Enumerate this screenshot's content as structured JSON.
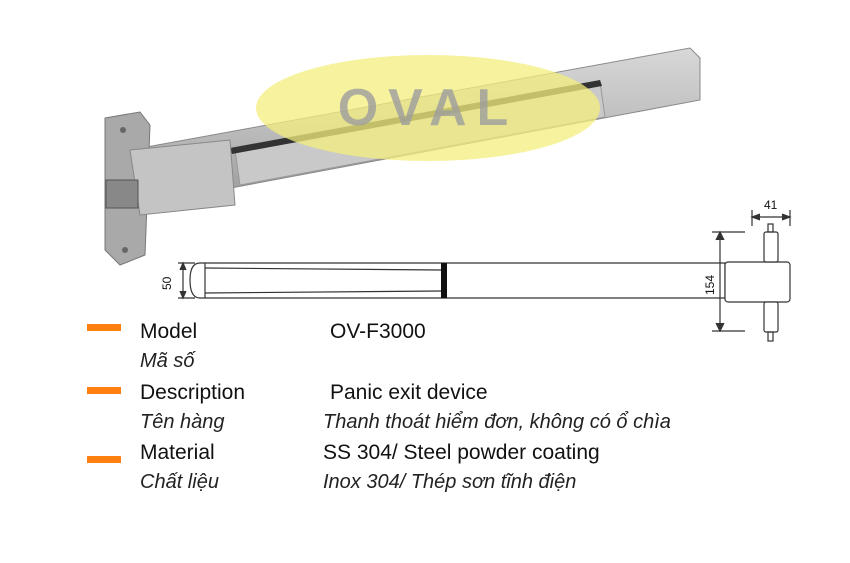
{
  "watermark": {
    "text": "OVAL",
    "ellipse_color": "#f3ee7e"
  },
  "dimensions": {
    "height_bar": "50",
    "height_bracket": "154",
    "width_bracket": "41"
  },
  "specs": [
    {
      "label": "Model",
      "label_vi": "Mã số",
      "value": "OV-F3000",
      "value_vi": ""
    },
    {
      "label": "Description",
      "label_vi": "Tên hàng",
      "value": "Panic exit device",
      "value_vi": "Thanh thoát hiểm đơn, không có ổ chìa"
    },
    {
      "label": "Material",
      "label_vi": "Chất liệu",
      "value": "SS 304/ Steel powder coating",
      "value_vi": "Inox 304/ Thép sơn tĩnh điện"
    }
  ],
  "accent_color": "#ff7f11"
}
